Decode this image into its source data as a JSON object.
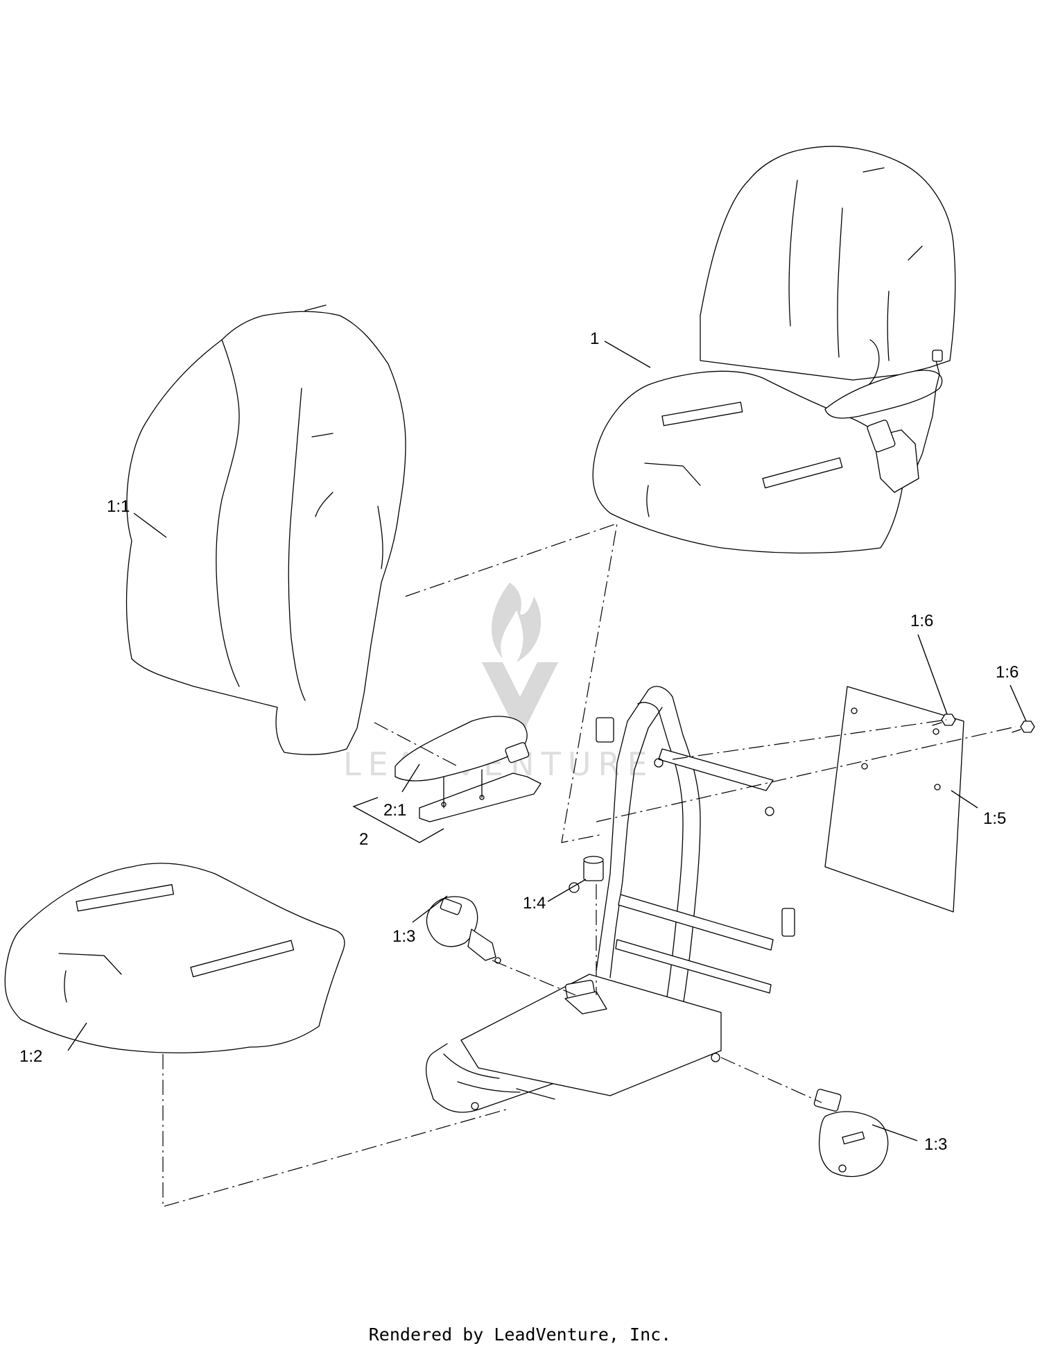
{
  "callouts": {
    "c1": "1",
    "c1_1": "1:1",
    "c1_2": "1:2",
    "c1_3a": "1:3",
    "c1_3b": "1:3",
    "c1_4": "1:4",
    "c1_5": "1:5",
    "c1_6a": "1:6",
    "c1_6b": "1:6",
    "c2": "2",
    "c2_1": "2:1"
  },
  "watermark": {
    "text": "LEADVENTURE",
    "icon": "leadventure-flame-logo-icon"
  },
  "footer": {
    "rendered_by": "Rendered by LeadVenture, Inc."
  }
}
